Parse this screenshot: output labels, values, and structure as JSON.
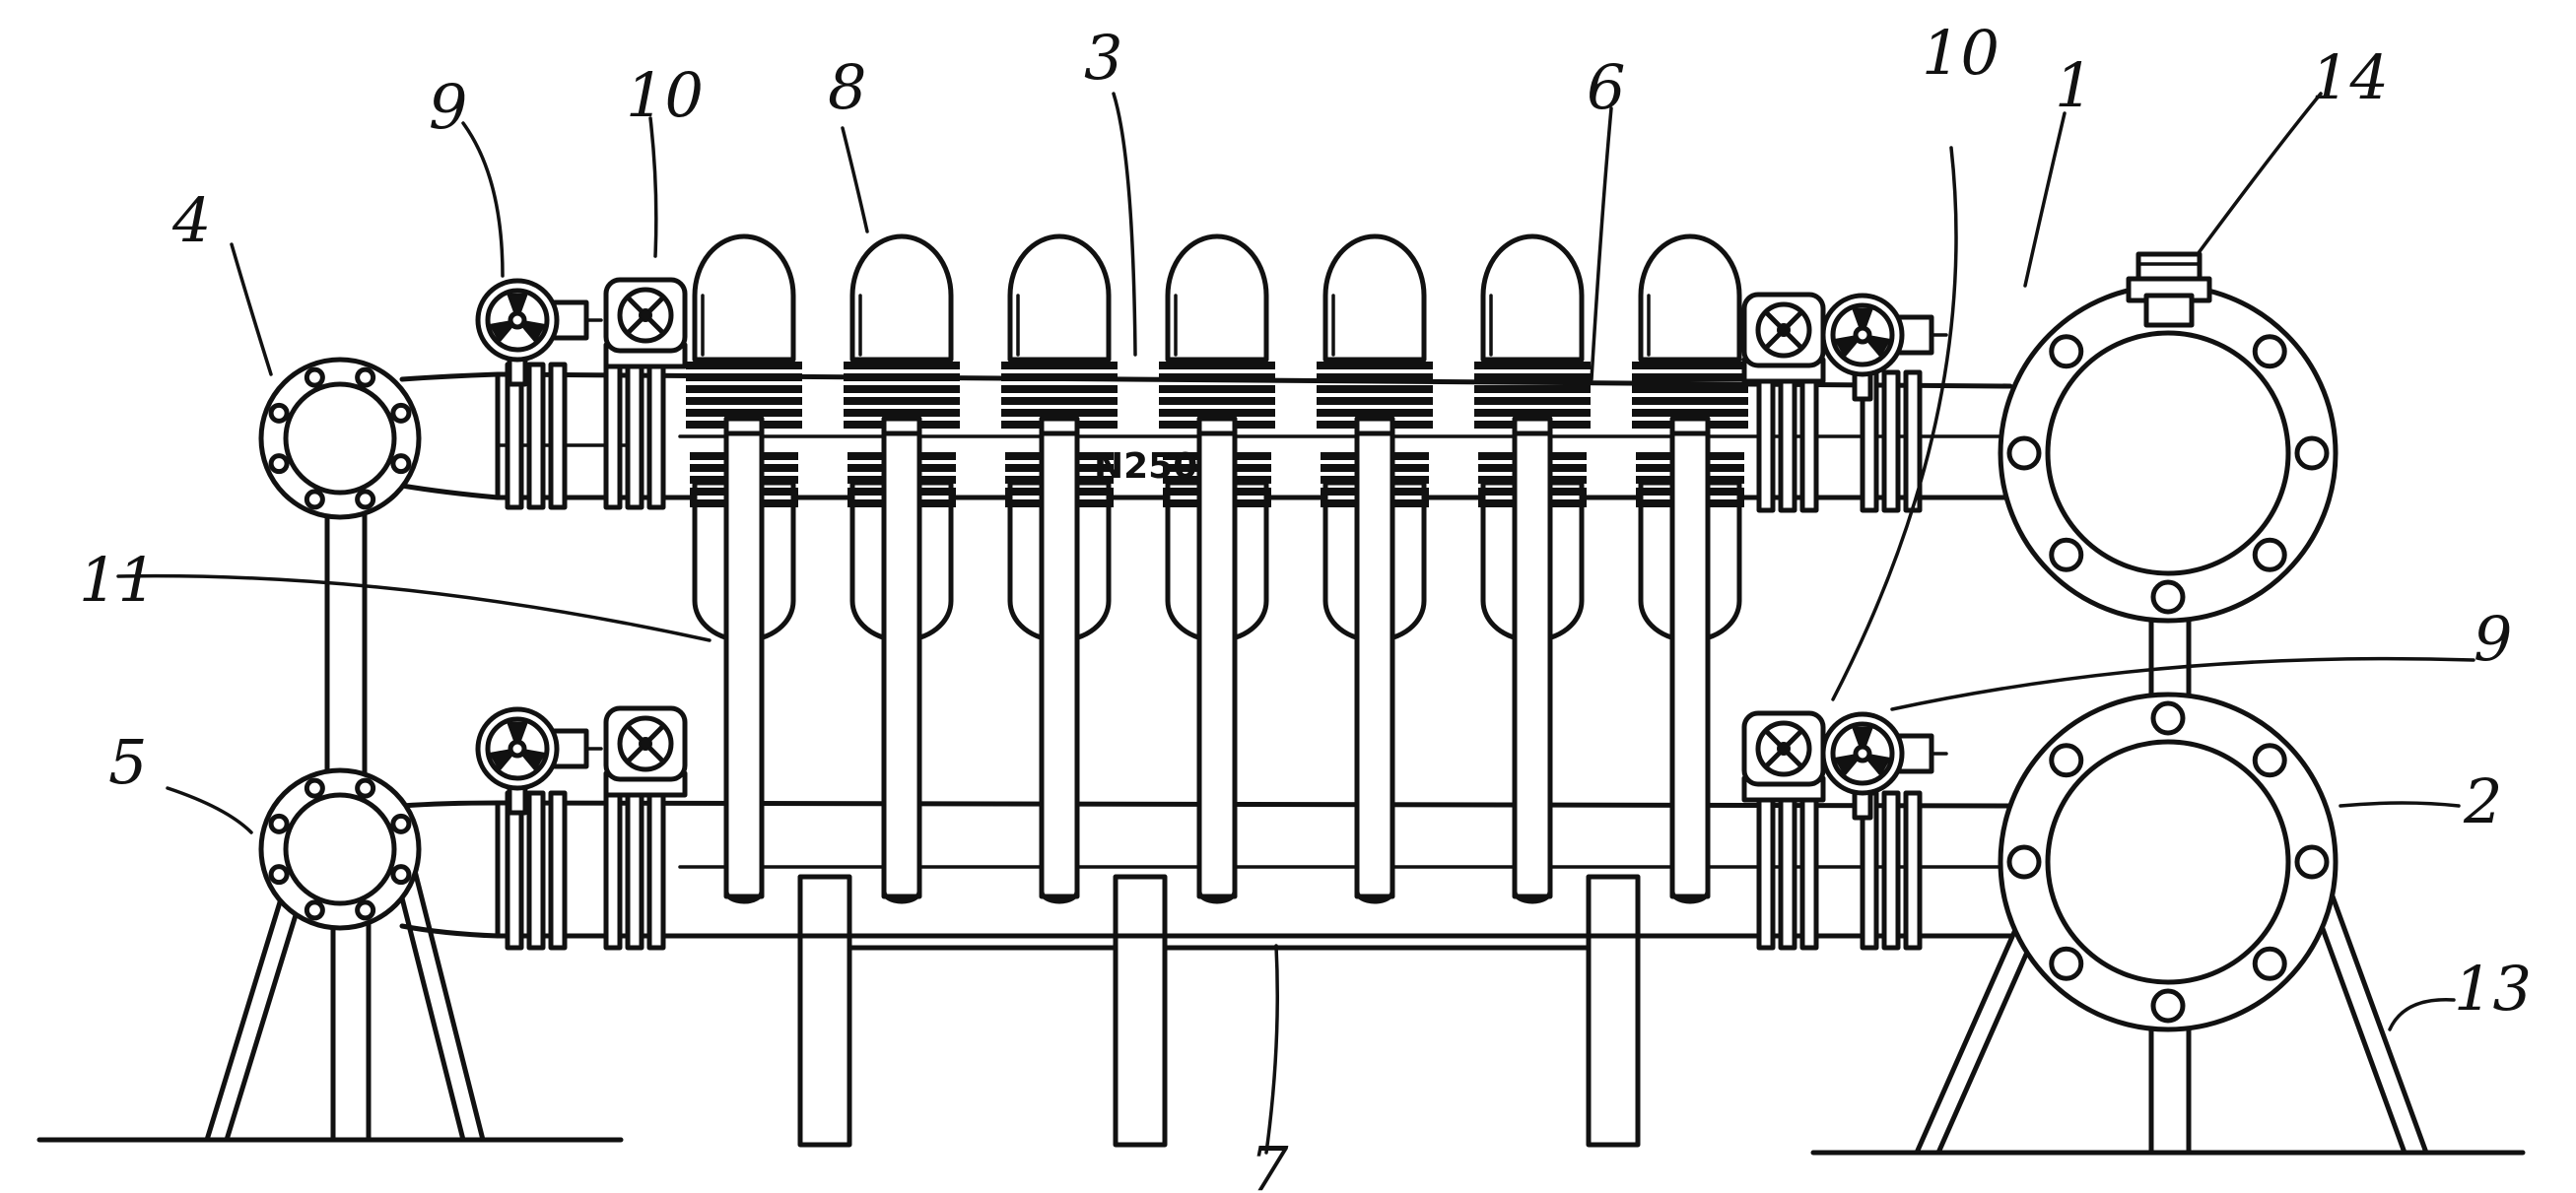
{
  "pipe_marking": "N250",
  "callouts": [
    {
      "id": "1",
      "label": "1"
    },
    {
      "id": "2",
      "label": "2"
    },
    {
      "id": "3",
      "label": "3"
    },
    {
      "id": "4",
      "label": "4"
    },
    {
      "id": "5",
      "label": "5"
    },
    {
      "id": "6",
      "label": "6"
    },
    {
      "id": "7",
      "label": "7"
    },
    {
      "id": "8",
      "label": "8"
    },
    {
      "id": "9-top",
      "label": "9"
    },
    {
      "id": "9-right",
      "label": "9"
    },
    {
      "id": "10-top",
      "label": "10"
    },
    {
      "id": "10-right",
      "label": "10"
    },
    {
      "id": "11",
      "label": "11"
    },
    {
      "id": "13",
      "label": "13"
    },
    {
      "id": "14",
      "label": "14"
    }
  ]
}
